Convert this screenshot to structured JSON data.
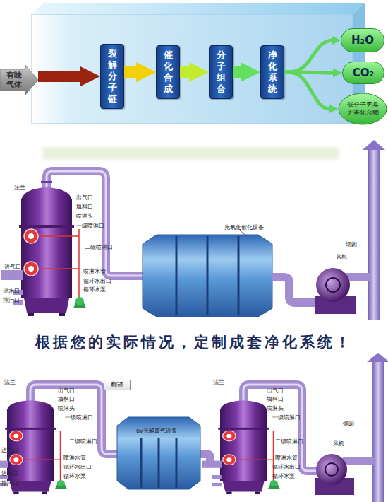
{
  "diagram": {
    "nodes": [
      {
        "text": [
          "有味气体"
        ]
      },
      {
        "text": [
          "裂解分子链"
        ]
      },
      {
        "text": [
          "催化合成"
        ]
      },
      {
        "text": [
          "分子组合"
        ]
      },
      {
        "text": [
          "净化系统"
        ]
      },
      {
        "text": [
          "H₂O"
        ]
      },
      {
        "text": [
          "CO₂"
        ]
      },
      {
        "text": [
          "低分子无臭无害化合物"
        ]
      },
      {
        "text": [
          "翻译"
        ]
      }
    ],
    "edges": [
      {
        "from": 0,
        "to": 1,
        "arrow": "to"
      },
      {
        "from": 1,
        "to": 2,
        "arrow": "to"
      },
      {
        "from": 2,
        "to": 3,
        "arrow": "to"
      },
      {
        "from": 3,
        "to": 4,
        "arrow": "to"
      },
      {
        "from": 4,
        "to": 5,
        "arrow": "to"
      },
      {
        "from": 4,
        "to": 6,
        "arrow": "to"
      },
      {
        "from": 4,
        "to": 7,
        "arrow": "to"
      }
    ],
    "labels": [
      "法兰",
      "出气口",
      "填料口",
      "喷淋头",
      "一级喷淋口",
      "二级喷淋口",
      "进气口",
      "喷淋水管",
      "循环水出口",
      "进水口",
      "循环水泵",
      "排污口",
      "光氧化催化设备",
      "烟囱",
      "风机",
      "根据您的实际情况，定制成套净化系统！",
      "法兰",
      "出气口",
      "填料口",
      "喷淋头",
      "一级喷淋口",
      "uv光解废气设备",
      "法兰",
      "出气口",
      "填料口",
      "喷淋头",
      "一级喷淋口",
      "烟囱",
      "风机",
      "二级喷淋口",
      "二级喷淋口",
      "进气口",
      "喷淋水管",
      "喷淋水管",
      "循环水出口",
      "循环水出口",
      "进水口",
      "循环水泵",
      "循环水泵",
      "排污口"
    ]
  }
}
